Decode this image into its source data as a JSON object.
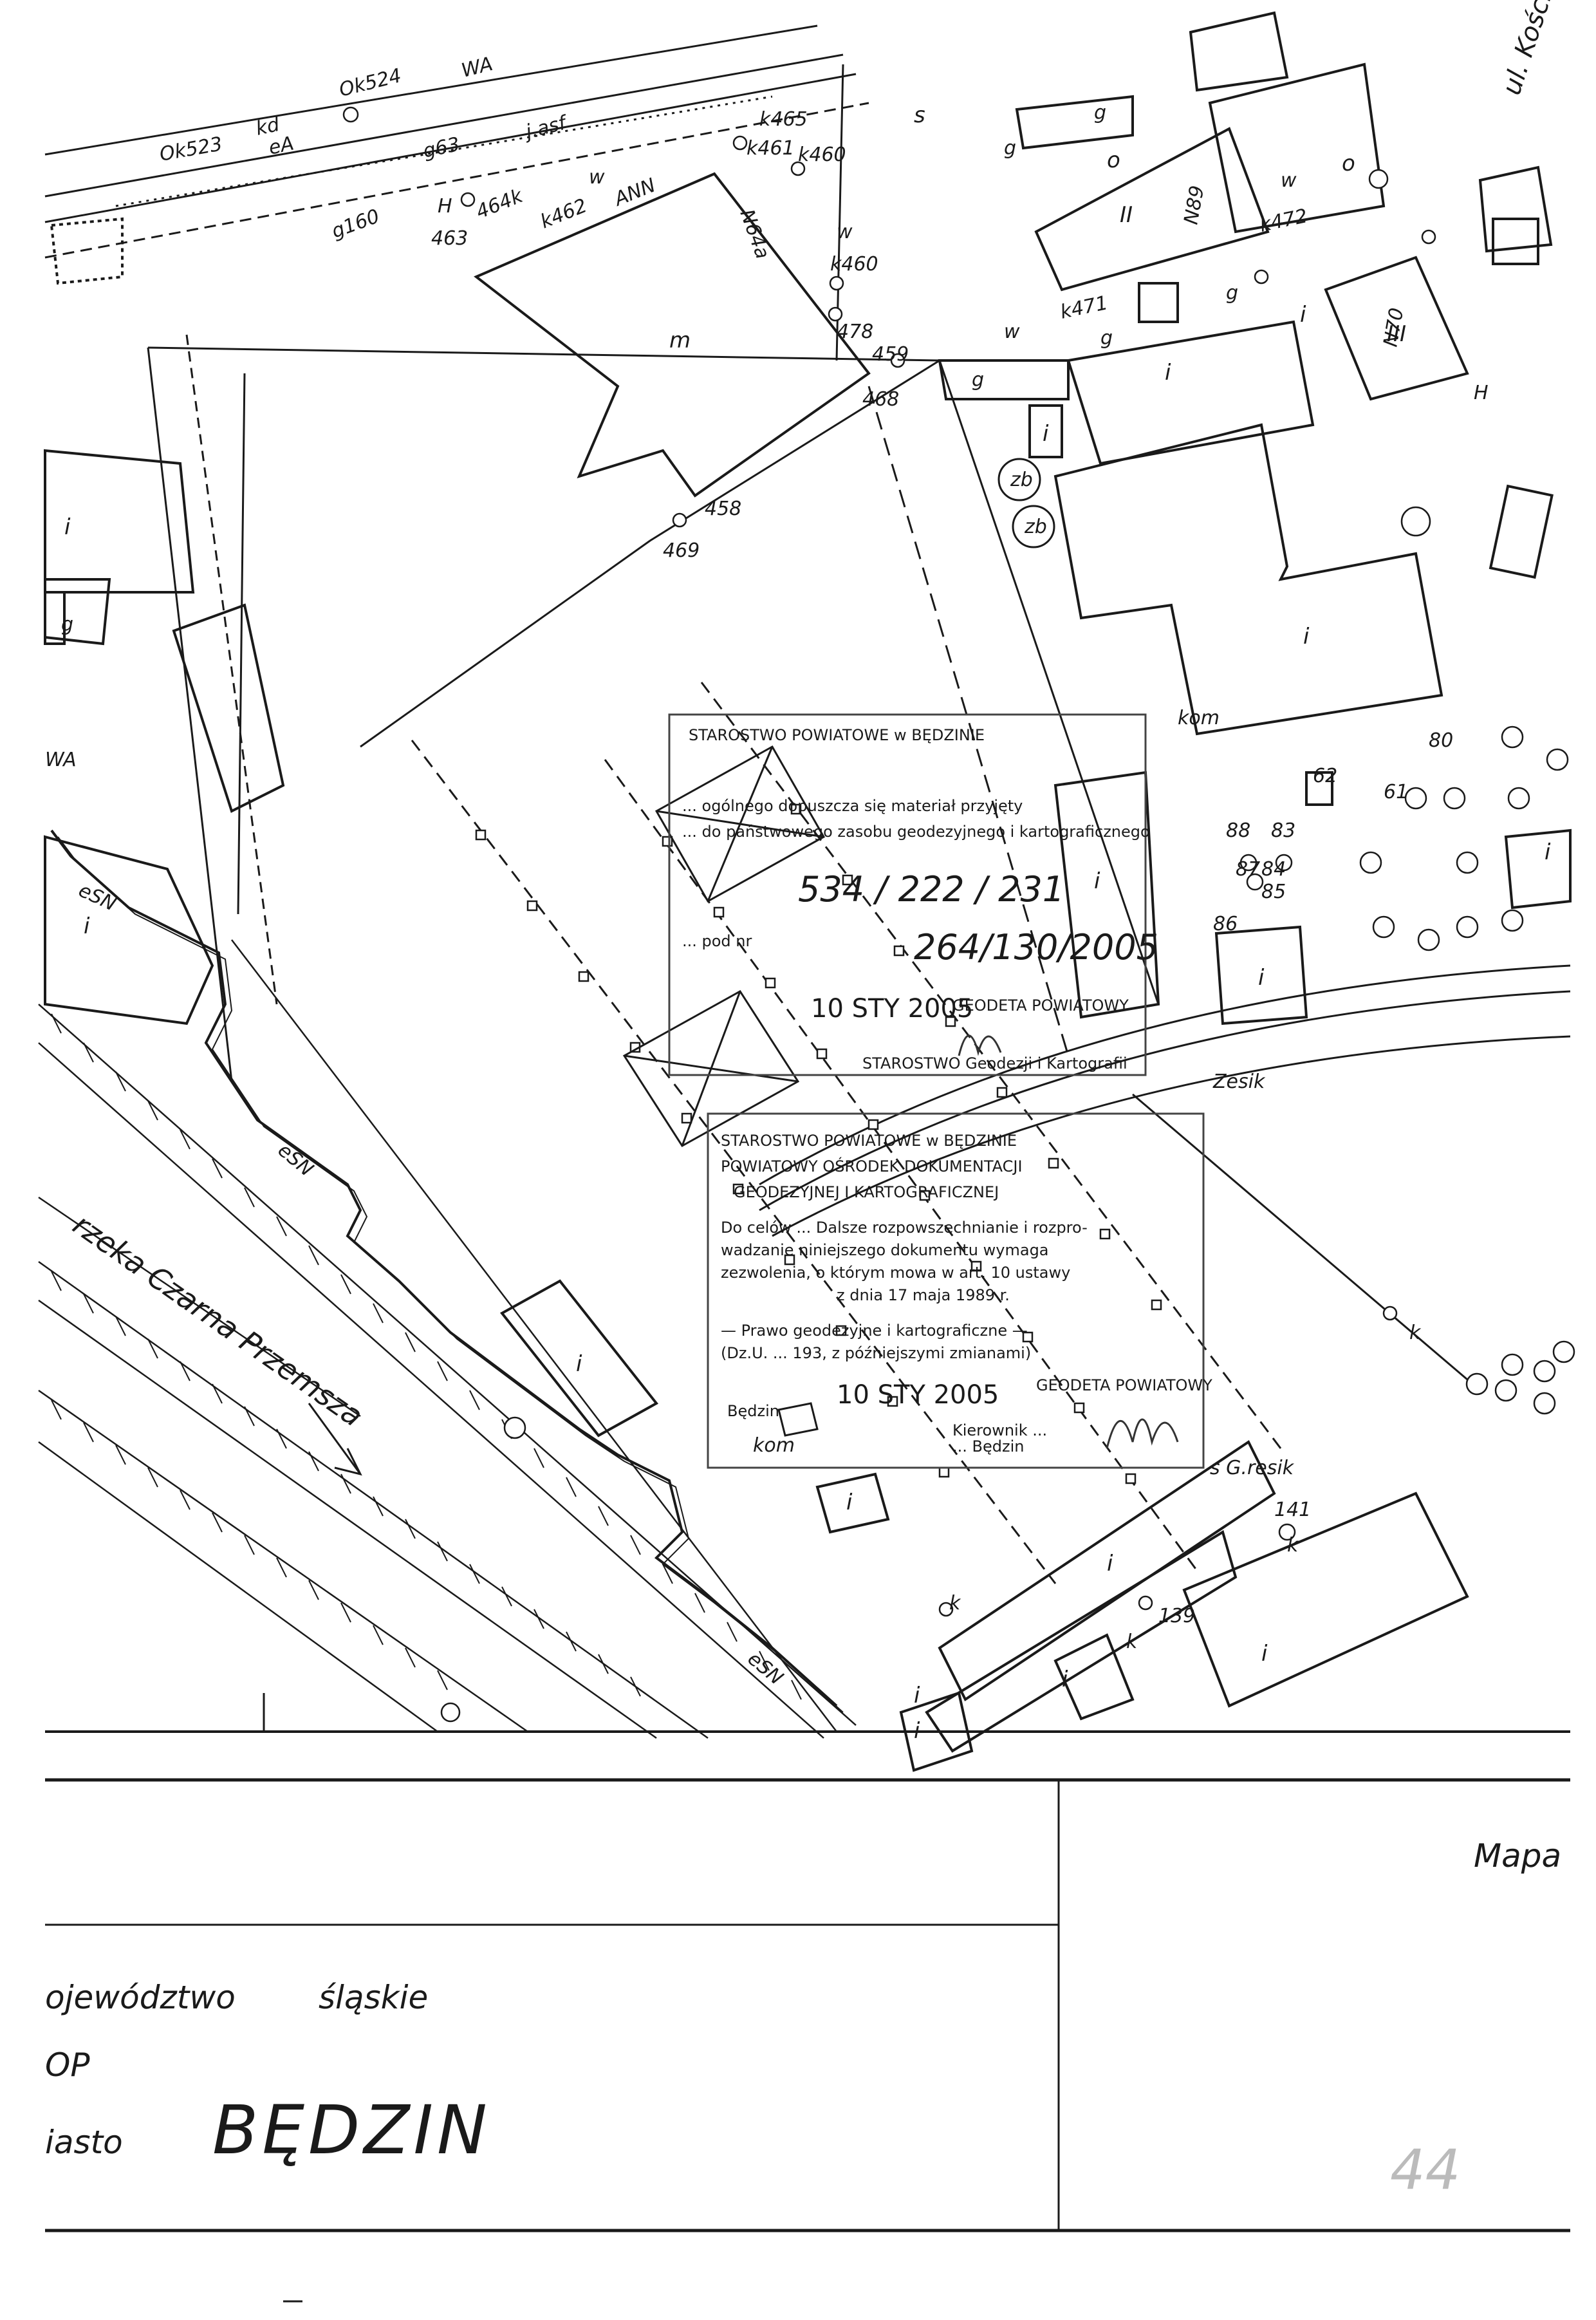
{
  "map": {
    "street_label": "ul. Kościuszki",
    "river_label": "rzeka Czarna Przemsza",
    "buildings": {
      "main": "m",
      "type_i": "i",
      "type_g": "g",
      "type_s": "s",
      "type_o": "o",
      "roman_2": "II",
      "roman_3": "III",
      "num_n89": "N89",
      "num_n70": "N70",
      "num_n64": "N64a",
      "zb": "zb",
      "kom": "kom"
    },
    "points": {
      "k524": "Ok524",
      "k523": "Ok523",
      "k465": "k465",
      "k461": "k461",
      "k460a": "k460",
      "k460": "k460",
      "k462": "k462",
      "k464": "464k",
      "k463": "463",
      "k458": "458",
      "k469": "469",
      "k472": "k472",
      "k471": "k471",
      "k478": "478",
      "k459": "459",
      "k468": "468",
      "g160": "g160",
      "p80": "80",
      "p61": "61",
      "p62": "62",
      "p83": "83",
      "p84": "84",
      "p85": "85",
      "p86": "86",
      "p87": "87",
      "p88": "88",
      "p141": "141",
      "p139": "139"
    },
    "utility_labels": {
      "esn": "eSN",
      "wa": "WA",
      "kd": "kd",
      "ea": "eA",
      "asf": "j.asf",
      "g63": "g63",
      "ann": "ANN",
      "w": "w",
      "k": "k",
      "h": "H"
    },
    "owner_fragments": {
      "zesik1": "Zesik",
      "zesik2": "s G.resik"
    }
  },
  "stamps": {
    "stamp1": {
      "header": "STAROSTWO POWIATOWE w BĘDZINIE",
      "line1": "... ogólnego dopuszcza się materiał przyjęty",
      "line2": "... do państwowego zasobu geodezyjnego i kartograficznego",
      "number": "534 / 222 / 231",
      "reg_prefix": "... pod nr",
      "reg_number": "264/130/2005",
      "date": "10 STY 2005",
      "office": "GEODETA POWIATOWY",
      "footer": "STAROSTWO Geodezji i Kartografii"
    },
    "stamp2": {
      "header": "STAROSTWO POWIATOWE w BĘDZINIE",
      "line1": "POWIATOWY OŚRODEK DOKUMENTACJI",
      "line2": "GEODEZYJNEJ I KARTOGRAFICZNEJ",
      "text1": "Do celów ... Dalsze rozpowszechnianie i rozpro-",
      "text2": "wadzanie niniejszego dokumentu wymaga",
      "text3": "zezwolenia, o którym mowa w art. 10 ustawy",
      "text4": "z dnia 17 maja 1989 r.",
      "text5": "— Prawo geodezyjne i kartograficzne —",
      "text6": "(Dz.U. ... 193, z późniejszymi zmianami)",
      "date": "10 STY 2005",
      "office": "GEODETA POWIATOWY",
      "place": "Będzin",
      "footer1": "Kierownik ...",
      "footer2": "... Będzin"
    }
  },
  "title_block": {
    "right_label": "Mapa",
    "voivodeship_label": "ojewództwo",
    "voivodeship_value": "śląskie",
    "district_label": "OP",
    "city_label": "iasto",
    "city_value": "BĘDZIN",
    "handwritten_note": "44"
  }
}
